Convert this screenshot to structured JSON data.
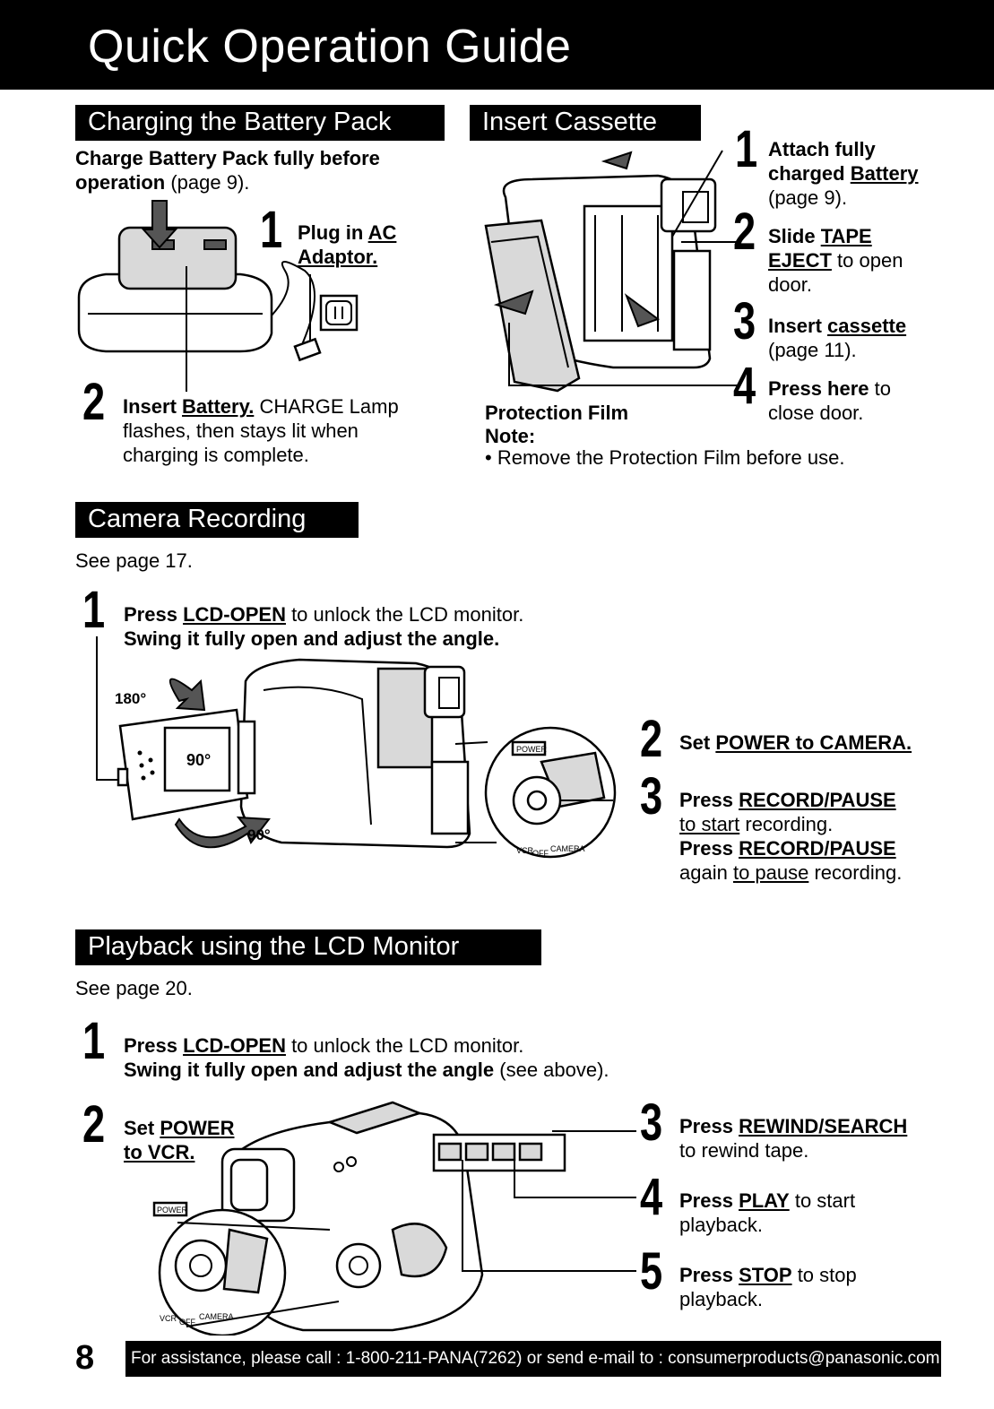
{
  "header": {
    "title": "Quick Operation Guide"
  },
  "charging": {
    "heading": "Charging the Battery Pack",
    "intro_bold": "Charge Battery Pack fully before operation",
    "intro_rest": " (page 9).",
    "step1": {
      "num": "1",
      "lead": "Plug in ",
      "link": "AC Adaptor."
    },
    "step2": {
      "num": "2",
      "lead": "Insert ",
      "link": "Battery.",
      "text1": " CHARGE Lamp",
      "text2": "flashes, then stays lit when",
      "text3": "charging is complete."
    }
  },
  "cassette": {
    "heading": "Insert Cassette",
    "step1": {
      "num": "1",
      "lead": "Attach fully",
      "lead2": "charged ",
      "link": "Battery",
      "rest": "(page 9)."
    },
    "step2": {
      "num": "2",
      "lead": "Slide ",
      "link1": "TAPE",
      "link2": "EJECT",
      "rest1": " to open",
      "rest2": "door."
    },
    "step3": {
      "num": "3",
      "lead": "Insert ",
      "link": "cassette",
      "rest": "(page 11)."
    },
    "step4": {
      "num": "4",
      "lead": "Press here",
      "rest1": " to",
      "rest2": "close door."
    },
    "label_film": "Protection Film",
    "note_label": "Note:",
    "note_text": "• Remove the Protection Film before use."
  },
  "camera": {
    "heading": "Camera Recording",
    "see_page": "See page 17.",
    "step1": {
      "num": "1",
      "lead": "Press ",
      "link": "LCD-OPEN",
      "rest": " to unlock the LCD monitor.",
      "line2": "Swing it fully open and adjust the angle."
    },
    "angle_180": "180°",
    "angle_90a": "90°",
    "angle_90b": "90°",
    "dial_power": "POWER",
    "dial_vcr": "VCR",
    "dial_off": "OFF",
    "dial_camera": "CAMERA",
    "step2": {
      "num": "2",
      "lead": "Set ",
      "link": "POWER to CAMERA."
    },
    "step3": {
      "num": "3",
      "lead": "Press ",
      "link1": "RECORD/PAUSE",
      "link2": "to start",
      "rest1": " recording.",
      "lead2": "Press ",
      "link3": "RECORD/PAUSE",
      "pre3": "again ",
      "link4": "to pause",
      "rest2": " recording."
    }
  },
  "playback": {
    "heading": "Playback using the LCD Monitor",
    "see_page": "See page 20.",
    "step1": {
      "num": "1",
      "lead": "Press ",
      "link": "LCD-OPEN",
      "rest": " to unlock the LCD monitor.",
      "line2_bold": "Swing it fully open and adjust the angle",
      "line2_rest": " (see above)."
    },
    "step2": {
      "num": "2",
      "lead": "Set ",
      "link1": "POWER",
      "link2": "to VCR."
    },
    "step3": {
      "num": "3",
      "lead": "Press ",
      "link": "REWIND/SEARCH",
      "rest": "to rewind tape."
    },
    "step4": {
      "num": "4",
      "lead": "Press ",
      "link": "PLAY",
      "rest1": " to start",
      "rest2": "playback."
    },
    "step5": {
      "num": "5",
      "lead": "Press ",
      "link": "STOP",
      "rest1": " to stop",
      "rest2": "playback."
    },
    "dial_power": "POWER",
    "dial_vcr": "VCR",
    "dial_off": "OFF",
    "dial_camera": "CAMERA"
  },
  "footer": {
    "page_number": "8",
    "assist": "For assistance, please call : 1-800-211-PANA(7262) or send e-mail to : consumerproducts@panasonic.com"
  }
}
